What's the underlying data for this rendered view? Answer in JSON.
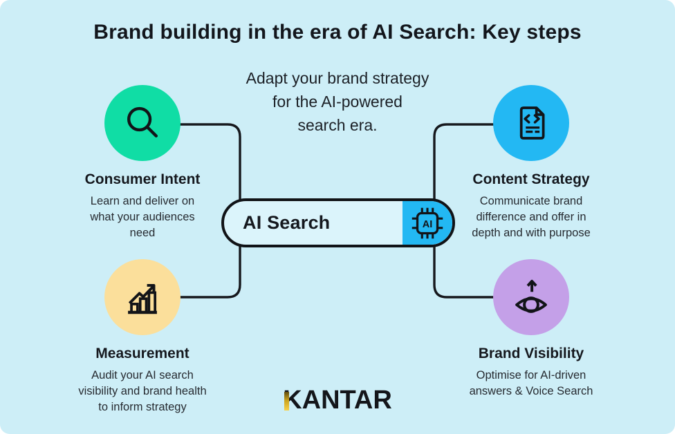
{
  "title": "Brand building in the era of AI Search: Key steps",
  "subtitle": "Adapt your brand strategy\nfor the AI-powered\nsearch era.",
  "center": {
    "label": "AI Search",
    "chip_icon": "ai-chip-icon",
    "chip_text": "AI"
  },
  "steps": [
    {
      "id": "consumer-intent",
      "title": "Consumer Intent",
      "description": "Learn and deliver on\nwhat your audiences\nneed",
      "icon": "magnifier-icon",
      "circle_color": "#10DDA5"
    },
    {
      "id": "content-strategy",
      "title": "Content Strategy",
      "description": "Communicate brand\ndifference and offer in\ndepth and with purpose",
      "icon": "code-document-icon",
      "circle_color": "#23B8F3"
    },
    {
      "id": "measurement",
      "title": "Measurement",
      "description": "Audit your AI search\nvisibility and brand health\nto inform strategy",
      "icon": "bar-chart-arrow-icon",
      "circle_color": "#FBDF9B"
    },
    {
      "id": "brand-visibility",
      "title": "Brand Visibility",
      "description": "Optimise for AI-driven\nanswers & Voice Search",
      "icon": "eye-arrow-icon",
      "circle_color": "#C4A0E8"
    }
  ],
  "logo": {
    "text": "KANTAR",
    "gold_accent": "#F8D24B"
  },
  "palette": {
    "background": "#CDEEF7",
    "pill_fill": "#DBF4FB",
    "chip_panel_blue": "#23B8F3",
    "line_color": "#16181d",
    "text_color": "#15181e"
  }
}
